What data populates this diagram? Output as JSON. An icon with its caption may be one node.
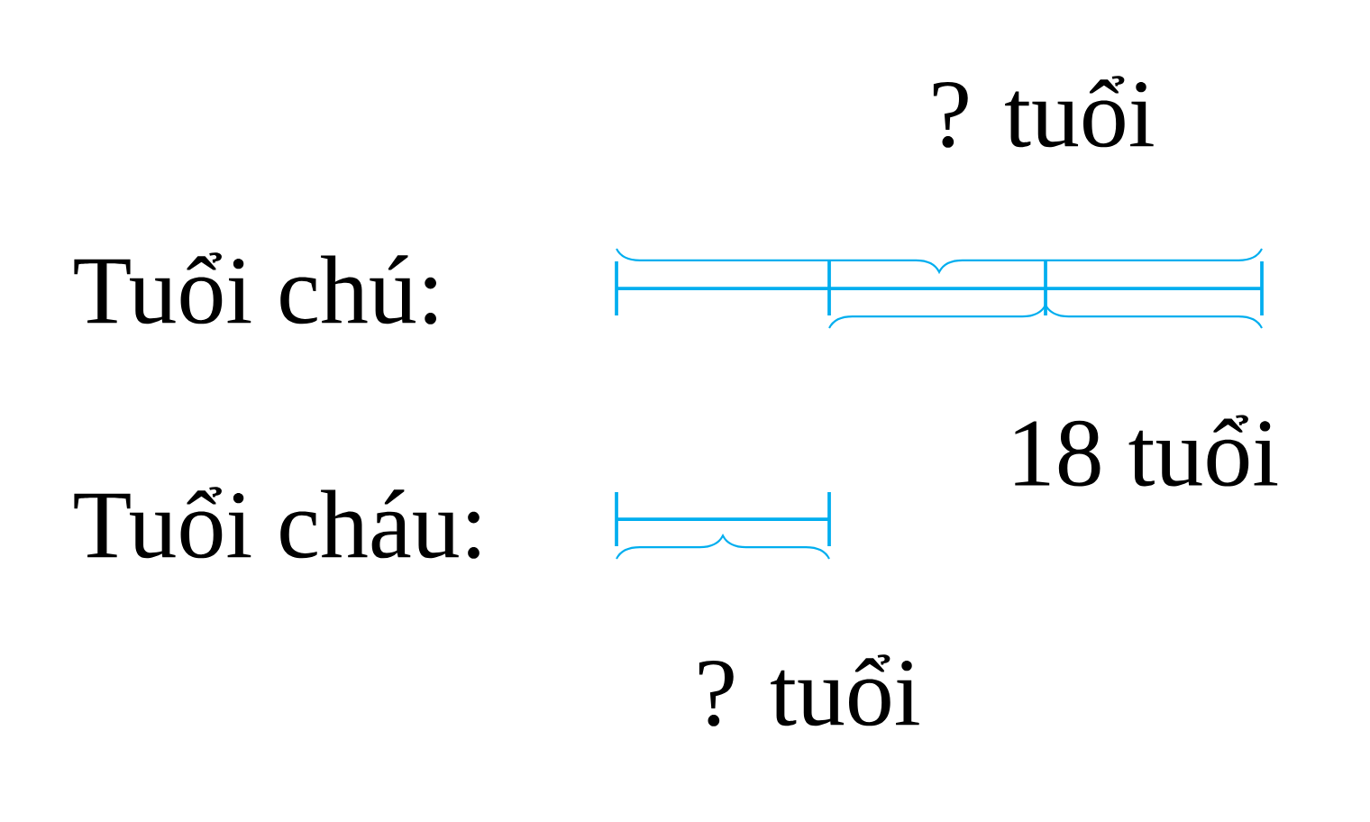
{
  "diagram": {
    "labels": [
      "? tuổi",
      "Tuổi chú:",
      "18 tuổi",
      "Tuổi cháu:",
      "? tuổi"
    ]
  }
}
